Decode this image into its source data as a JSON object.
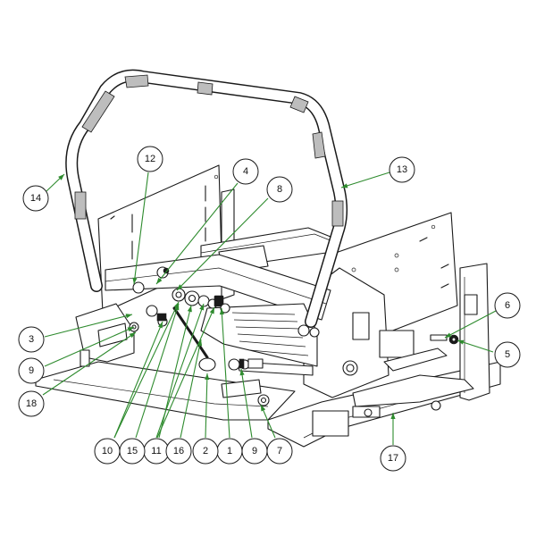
{
  "diagram": {
    "callouts": [
      {
        "id": "c1",
        "label": "1"
      },
      {
        "id": "c2",
        "label": "2"
      },
      {
        "id": "c3",
        "label": "3"
      },
      {
        "id": "c4",
        "label": "4"
      },
      {
        "id": "c5",
        "label": "5"
      },
      {
        "id": "c6",
        "label": "6"
      },
      {
        "id": "c7",
        "label": "7"
      },
      {
        "id": "c8",
        "label": "8"
      },
      {
        "id": "c9a",
        "label": "9"
      },
      {
        "id": "c9b",
        "label": "9"
      },
      {
        "id": "c10",
        "label": "10"
      },
      {
        "id": "c11",
        "label": "11"
      },
      {
        "id": "c12",
        "label": "12"
      },
      {
        "id": "c13",
        "label": "13"
      },
      {
        "id": "c14",
        "label": "14"
      },
      {
        "id": "c15",
        "label": "15"
      },
      {
        "id": "c16",
        "label": "16"
      },
      {
        "id": "c17",
        "label": "17"
      },
      {
        "id": "c18",
        "label": "18"
      }
    ],
    "colors": {
      "leader": "#2e8b2e",
      "line_art": "#1a1a1a",
      "background": "#ffffff"
    }
  }
}
